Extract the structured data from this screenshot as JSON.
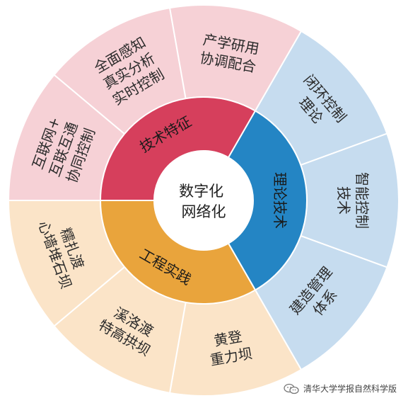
{
  "center": {
    "lines": [
      "数字化",
      "网络化"
    ]
  },
  "ring": [
    {
      "label": "技术特征",
      "color": "#d63f5c"
    },
    {
      "label": "理论技术",
      "color": "#2485c4"
    },
    {
      "label": "工程实践",
      "color": "#e9a43c"
    }
  ],
  "outer": [
    {
      "lines": [
        "互联网+",
        "互联互通",
        "协同控制"
      ],
      "fill": "#f6d1d6"
    },
    {
      "lines": [
        "全面感知",
        "真实分析",
        "实时控制"
      ],
      "fill": "#f6d1d6"
    },
    {
      "lines": [
        "产学研用",
        "协调配合"
      ],
      "fill": "#f6d1d6"
    },
    {
      "lines": [
        "闭环控制",
        "理论"
      ],
      "fill": "#c6dcef"
    },
    {
      "lines": [
        "智能控制",
        "技术"
      ],
      "fill": "#c6dcef"
    },
    {
      "lines": [
        "建造管理",
        "体系"
      ],
      "fill": "#c6dcef"
    },
    {
      "lines": [
        "黄登",
        "重力坝"
      ],
      "fill": "#fbe4c8"
    },
    {
      "lines": [
        "溪洛渡",
        "特高拱坝"
      ],
      "fill": "#fbe4c8"
    },
    {
      "lines": [
        "糯扎渡",
        "心墙堆石坝"
      ],
      "fill": "#fbe4c8"
    }
  ],
  "colors": {
    "pink_stroke": "#e79aa6",
    "blue_stroke": "#8fb6d8",
    "orange_stroke": "#f0c48c"
  },
  "watermark": "清华大学学报自然科学版"
}
